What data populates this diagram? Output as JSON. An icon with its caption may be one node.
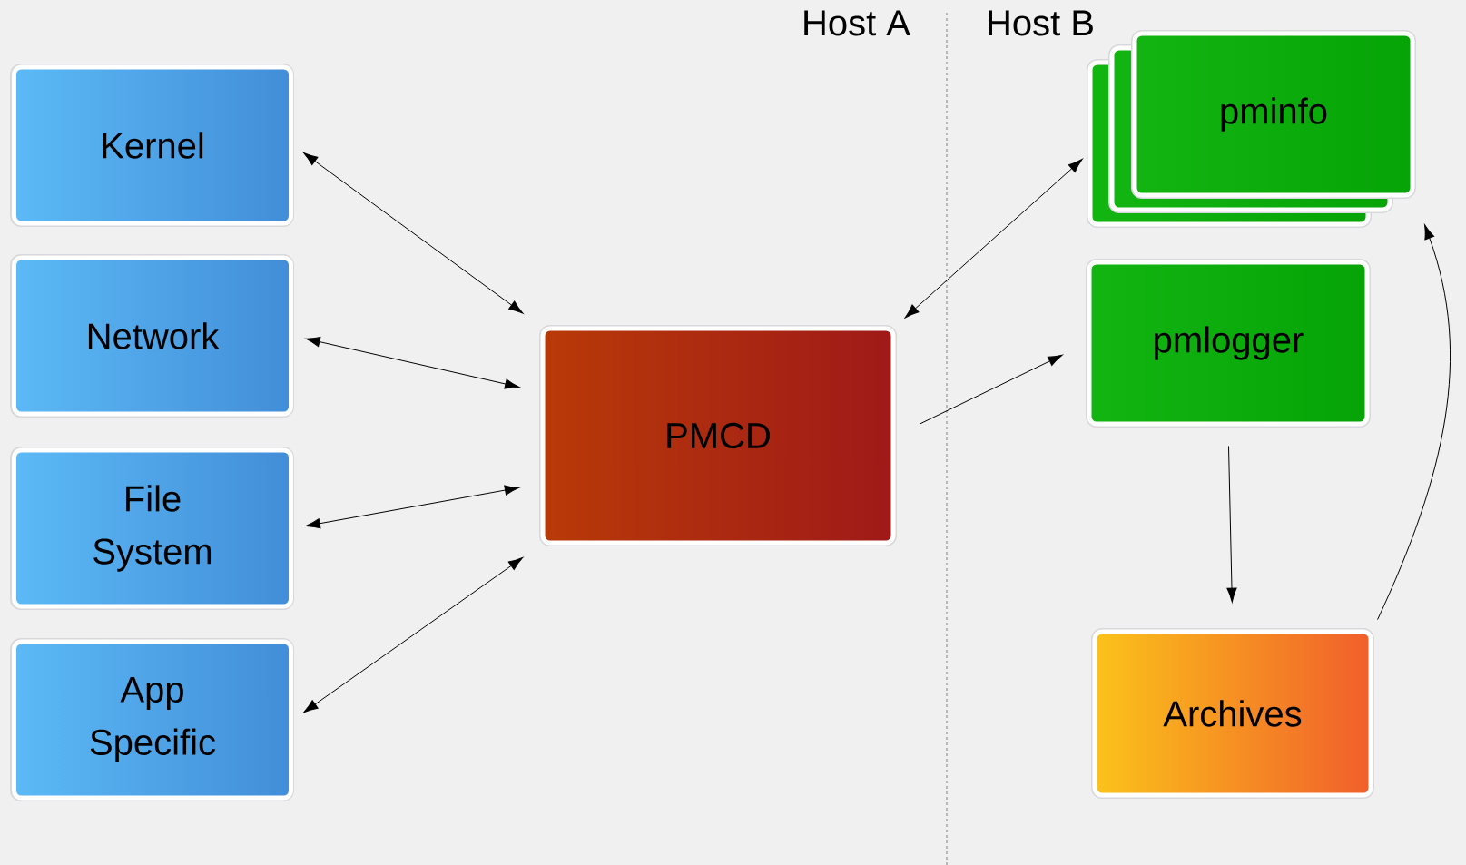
{
  "diagram": {
    "nodes": [
      {
        "text": [
          "Kernel"
        ]
      },
      {
        "text": [
          "Network"
        ]
      },
      {
        "text": [
          "File System"
        ]
      },
      {
        "text": [
          "App Specific"
        ]
      },
      {
        "text": [
          "PMCD"
        ]
      },
      {
        "text": [
          "pminfo"
        ]
      },
      {
        "text": [
          "pmlogger"
        ]
      },
      {
        "text": [
          "Archives"
        ]
      }
    ],
    "edges": [
      {
        "from": 0,
        "to": 4,
        "arrow": "both"
      },
      {
        "from": 1,
        "to": 4,
        "arrow": "both"
      },
      {
        "from": 2,
        "to": 4,
        "arrow": "both"
      },
      {
        "from": 3,
        "to": 4,
        "arrow": "both"
      },
      {
        "from": 5,
        "to": 4,
        "arrow": "both"
      },
      {
        "from": 4,
        "to": 6,
        "arrow": "to"
      },
      {
        "from": 6,
        "to": 7,
        "arrow": "to"
      },
      {
        "from": 7,
        "to": 5,
        "arrow": "to"
      }
    ],
    "labels": [
      "Host A",
      "Host B"
    ]
  }
}
